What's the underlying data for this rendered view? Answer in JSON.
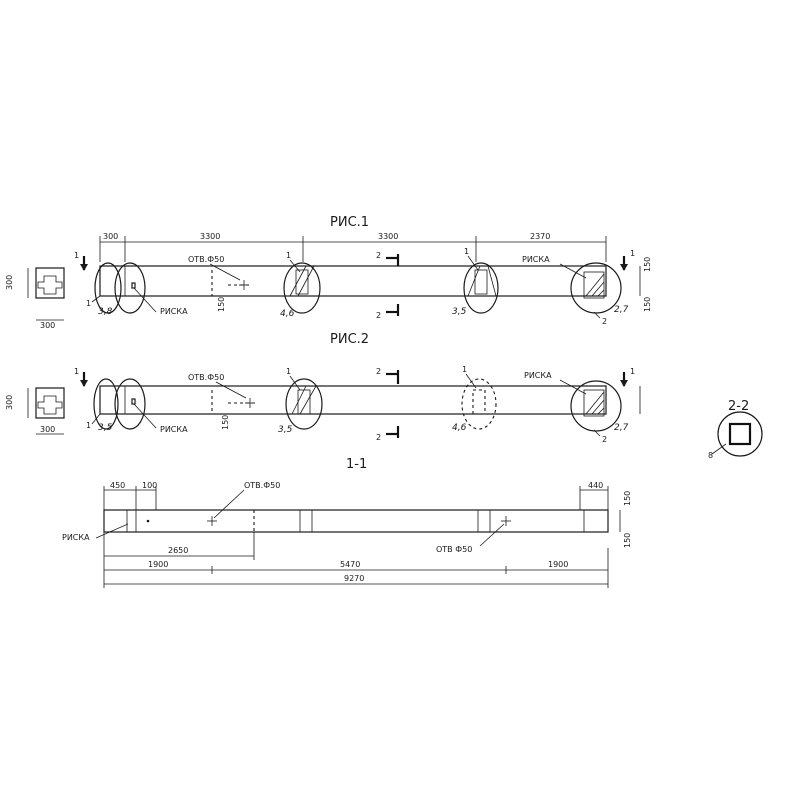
{
  "figures": {
    "fig1_title": "РИС.1",
    "fig2_title": "РИС.2",
    "section11_title": "1-1",
    "section22_title": "2-2"
  },
  "fig1": {
    "dim_300": "300",
    "dim_3300a": "3300",
    "dim_3300b": "3300",
    "dim_2370": "2370",
    "hole_label": "ОТВ.Ф50",
    "mark_label": "РИСКА",
    "mark_label_right": "РИСКА",
    "section_1": "1",
    "section_1b": "1",
    "section_2": "2",
    "section_2b": "2",
    "callout_1a": "1",
    "callout_1b": "1",
    "callout_1c": "1",
    "callout_2": "2",
    "node_38": "3,8",
    "node_46": "4,6",
    "node_35": "3,5",
    "node_27": "2,7",
    "dim_150_left": "150",
    "dim_150_right_a": "150",
    "dim_150_right_b": "150",
    "cs_300_h": "300",
    "cs_300_w": "300"
  },
  "fig2": {
    "hole_label": "ОТВ.Ф50",
    "mark_label": "РИСКА",
    "mark_label_right": "РИСКА",
    "section_1": "1",
    "section_1b": "1",
    "section_2": "2",
    "section_2b": "2",
    "callout_1a": "1",
    "callout_1b": "1",
    "callout_1c": "1",
    "callout_2": "2",
    "node_35a": "3,5",
    "node_35b": "3,5",
    "node_46": "4,6",
    "node_27": "2,7",
    "dim_150_left": "150",
    "cs_300_h": "300",
    "cs_300_w": "300"
  },
  "section11": {
    "dim_450": "450",
    "dim_100": "100",
    "dim_440": "440",
    "hole_label_top": "ОТВ.Ф50",
    "hole_label_bottom": "ОТВ Ф50",
    "mark_label": "РИСКА",
    "dim_2650": "2650",
    "dim_1900a": "1900",
    "dim_5470": "5470",
    "dim_1900b": "1900",
    "dim_9270": "9270",
    "dim_150a": "150",
    "dim_150b": "150"
  },
  "section22": {
    "callout_8": "8"
  }
}
